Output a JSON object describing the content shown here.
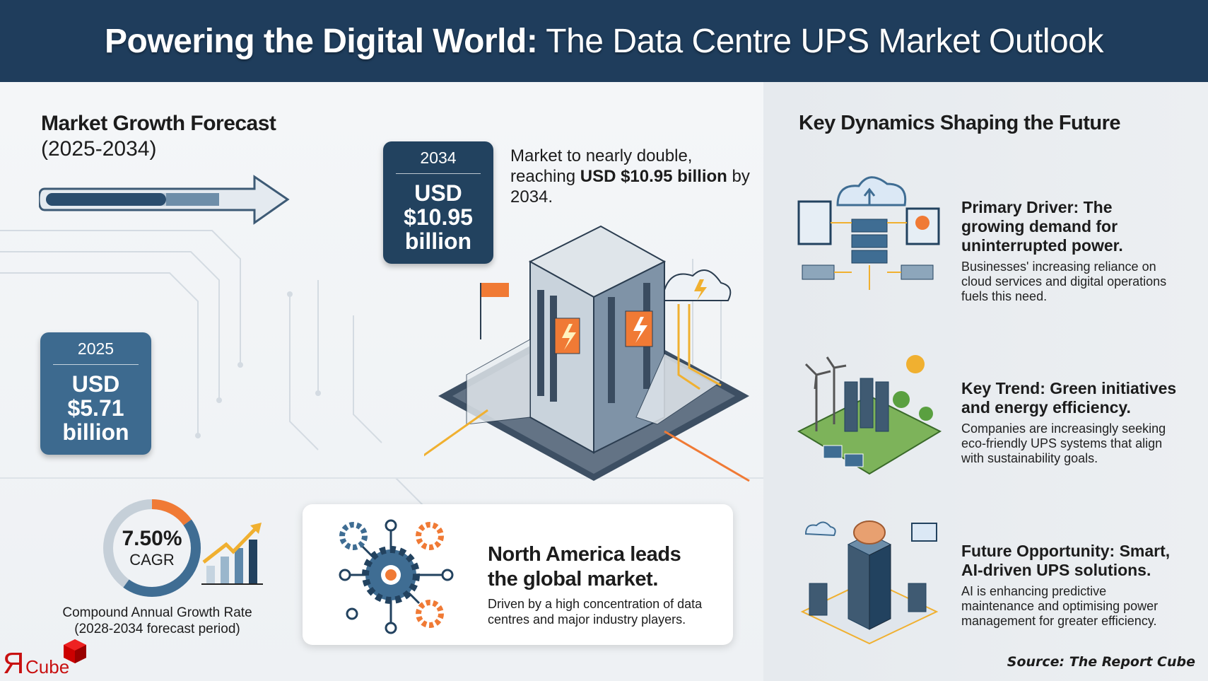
{
  "header": {
    "title_bold": "Powering the Digital World:",
    "title_rest": " The Data Centre UPS Market Outlook"
  },
  "forecast": {
    "title": "Market Growth Forecast",
    "period": "(2025-2034)"
  },
  "value_2034": {
    "year": "2034",
    "line1": "USD",
    "line2": "$10.95",
    "line3": "billion"
  },
  "value_2025": {
    "year": "2025",
    "line1": "USD",
    "line2": "$5.71",
    "line3": "billion"
  },
  "growth_text": {
    "pre": "Market to nearly double, reaching ",
    "bold": "USD $10.95 billion",
    "post": " by 2034."
  },
  "cagr": {
    "value": "7.50%",
    "label": "CAGR",
    "fraction_highlight": 0.15,
    "caption_line1": "Compound Annual Growth Rate",
    "caption_line2": "(2028-2034 forecast period)"
  },
  "region": {
    "title_line1": "North America leads",
    "title_line2": "the global market.",
    "desc_line1": "Driven by a high concentration of data",
    "desc_line2": "centres and major industry players."
  },
  "dynamics": {
    "title": "Key Dynamics Shaping the Future",
    "items": [
      {
        "title": "Primary Driver: The growing demand for uninterrupted power.",
        "desc": "Businesses' increasing reliance on cloud services and digital operations fuels this need.",
        "icon": "cloud-server-network-icon"
      },
      {
        "title": "Key Trend: Green initiatives and energy efficiency.",
        "desc": "Companies are increasingly seeking eco-friendly UPS systems that align with sustainability goals.",
        "icon": "green-datacenter-icon"
      },
      {
        "title": "Future Opportunity: Smart, AI-driven UPS solutions.",
        "desc": "AI is enhancing predictive maintenance and optimising power management for greater efficiency.",
        "icon": "ai-brain-server-icon"
      }
    ]
  },
  "source": "Source: The Report Cube",
  "logo": "RCube",
  "colors": {
    "navy": "#1f3d5c",
    "accent_orange": "#f07a35",
    "steel_blue": "#3d6a8f",
    "gold": "#f0b030"
  }
}
